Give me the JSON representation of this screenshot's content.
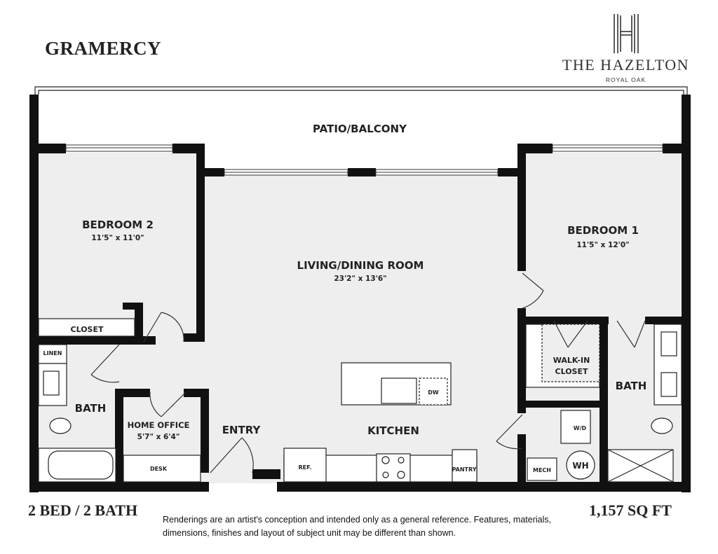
{
  "plan_name": "GRAMERCY",
  "brand": {
    "name": "THE HAZELTON",
    "location": "ROYAL OAK",
    "monogram": "H"
  },
  "rooms": {
    "patio": "PATIO/BALCONY",
    "bedroom2": {
      "label": "BEDROOM 2",
      "dims": "11'5\" x 11'0\""
    },
    "bedroom1": {
      "label": "BEDROOM 1",
      "dims": "11'5\" x 12'0\""
    },
    "living": {
      "label": "LIVING/DINING ROOM",
      "dims": "23'2\" x 13'6\""
    },
    "closet": "CLOSET",
    "linen": "LINEN",
    "bath_left": "BATH",
    "home_office": {
      "label": "HOME OFFICE",
      "dims": "5'7\" x 6'4\""
    },
    "desk": "DESK",
    "entry": "ENTRY",
    "kitchen": "KITCHEN",
    "dw": "DW",
    "ref": "REF.",
    "pantry": "PANTRY",
    "walkin": [
      "WALK-IN",
      "CLOSET"
    ],
    "bath_right": "BATH",
    "wd": "W/D",
    "mech": "MECH",
    "wh": "WH"
  },
  "summary": {
    "bed_bath": "2 BED / 2 BATH",
    "sqft": "1,157 SQ FT"
  },
  "disclaimer": "Renderings are an artist's conception and intended only as a general reference. Features, materials, dimensions, finishes and layout of subject unit may be different than shown."
}
